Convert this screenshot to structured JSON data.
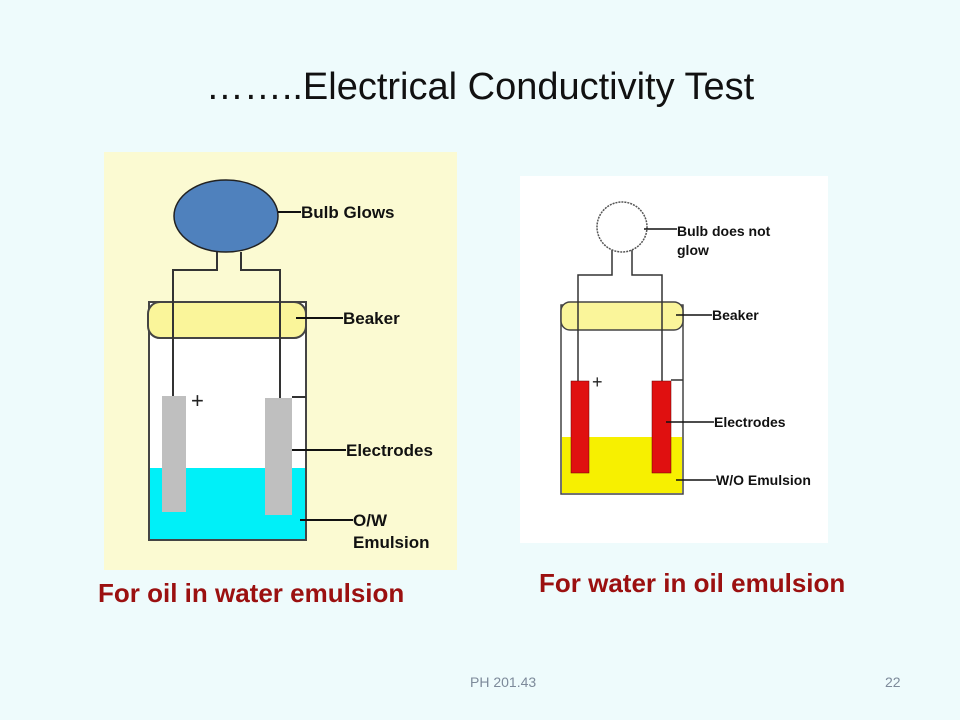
{
  "slide": {
    "title": "……..Electrical Conductivity Test",
    "footer_course": "PH 201.43",
    "page_number": "22"
  },
  "left_diagram": {
    "caption": "For oil in water emulsion",
    "labels": {
      "bulb": "Bulb Glows",
      "beaker": "Beaker",
      "electrodes": "Electrodes",
      "emulsion_line1": "O/W",
      "emulsion_line2": "Emulsion",
      "plus": "+"
    },
    "colors": {
      "panel": "#fbfad2",
      "bulb": "#4f81bd",
      "lid": "#faf59a",
      "liquid": "#00f0f8",
      "electrode": "#bfbfbf"
    }
  },
  "right_diagram": {
    "caption": "For water in oil emulsion",
    "labels": {
      "bulb_line1": "Bulb does not",
      "bulb_line2": "glow",
      "beaker": "Beaker",
      "electrodes": "Electrodes",
      "emulsion": "W/O Emulsion",
      "plus": "+"
    },
    "colors": {
      "panel": "#ffffff",
      "bulb": "#ffffff",
      "lid": "#faf59a",
      "liquid": "#f7f000",
      "electrode": "#e01010"
    }
  }
}
